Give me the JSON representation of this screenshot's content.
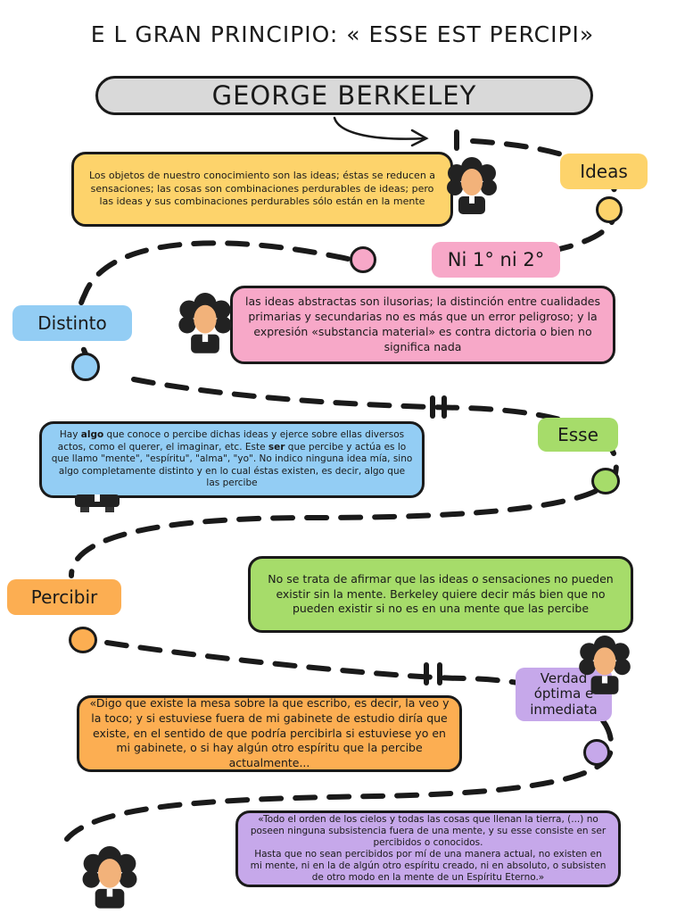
{
  "title": "E L GRAN PRINCIPIO: « ESSE EST PERCIPI»",
  "author": "GEORGE BERKELEY",
  "colors": {
    "yellow": "#fdd36b",
    "pink": "#f7a8c8",
    "blue": "#93cdf4",
    "green": "#a6dc6a",
    "orange": "#fcae52",
    "purple": "#c6a8ea",
    "ink": "#1a1a1a"
  },
  "labels": {
    "ideas": "Ideas",
    "ni": "Ni 1° ni 2°",
    "distinto": "Distinto",
    "esse": "Esse",
    "percibir": "Percibir",
    "verdad": "Verdad óptima e inmediata"
  },
  "boxes": {
    "ideas": "Los objetos de nuestro conocimiento son las ideas; éstas se reducen a sensaciones; las cosas son combinaciones perdurables de ideas; pero las ideas y sus combinaciones perdurables sólo están en la mente",
    "abstractas": "las ideas abstractas son ilusorias; la distinción entre cualidades primarias y secundarias no es más que un error peligroso; y la expresión «substancia material» es contra dictoria o bien no significa nada",
    "algo": {
      "p1": "Hay ",
      "b1": "algo",
      "p2": " que conoce o percibe dichas ideas y ejerce sobre ellas diversos actos, como el querer, el imaginar, etc. Este ",
      "b2": "ser",
      "p3": " que percibe y actúa es lo que llamo \"mente\", \"espíritu\", \"alma\", \"yo\". No indico ninguna idea mía, sino algo completamente distinto y en lo cual éstas existen, es decir, algo que las percibe"
    },
    "afirmar": "No se trata de afirmar que las ideas o sensaciones no pueden existir sin la mente. Berkeley quiere decir más bien que no pueden existir si no es en una mente que las percibe",
    "mesa": "«Digo que existe la mesa sobre la que escribo, es decir, la veo y la toco; y si estuviese fuera de mi gabinete de estudio diría que existe, en el sentido de que podría percibirla si estuviese yo en mi gabinete, o si hay algún otro espíritu que la percibe actualmente...",
    "orden1": "«Todo el orden de los cielos y todas las cosas que llenan la tierra, (...) no poseen ninguna subsistencia fuera de una mente, y su esse consiste en ser percibidos o conocidos.",
    "orden2": "Hasta que no sean percibidos por mí de una manera actual, no existen en mi mente, ni en la de algún otro espíritu creado, ni en absoluto, o subsisten de otro modo en la mente de un Espíritu Eterno.»"
  }
}
